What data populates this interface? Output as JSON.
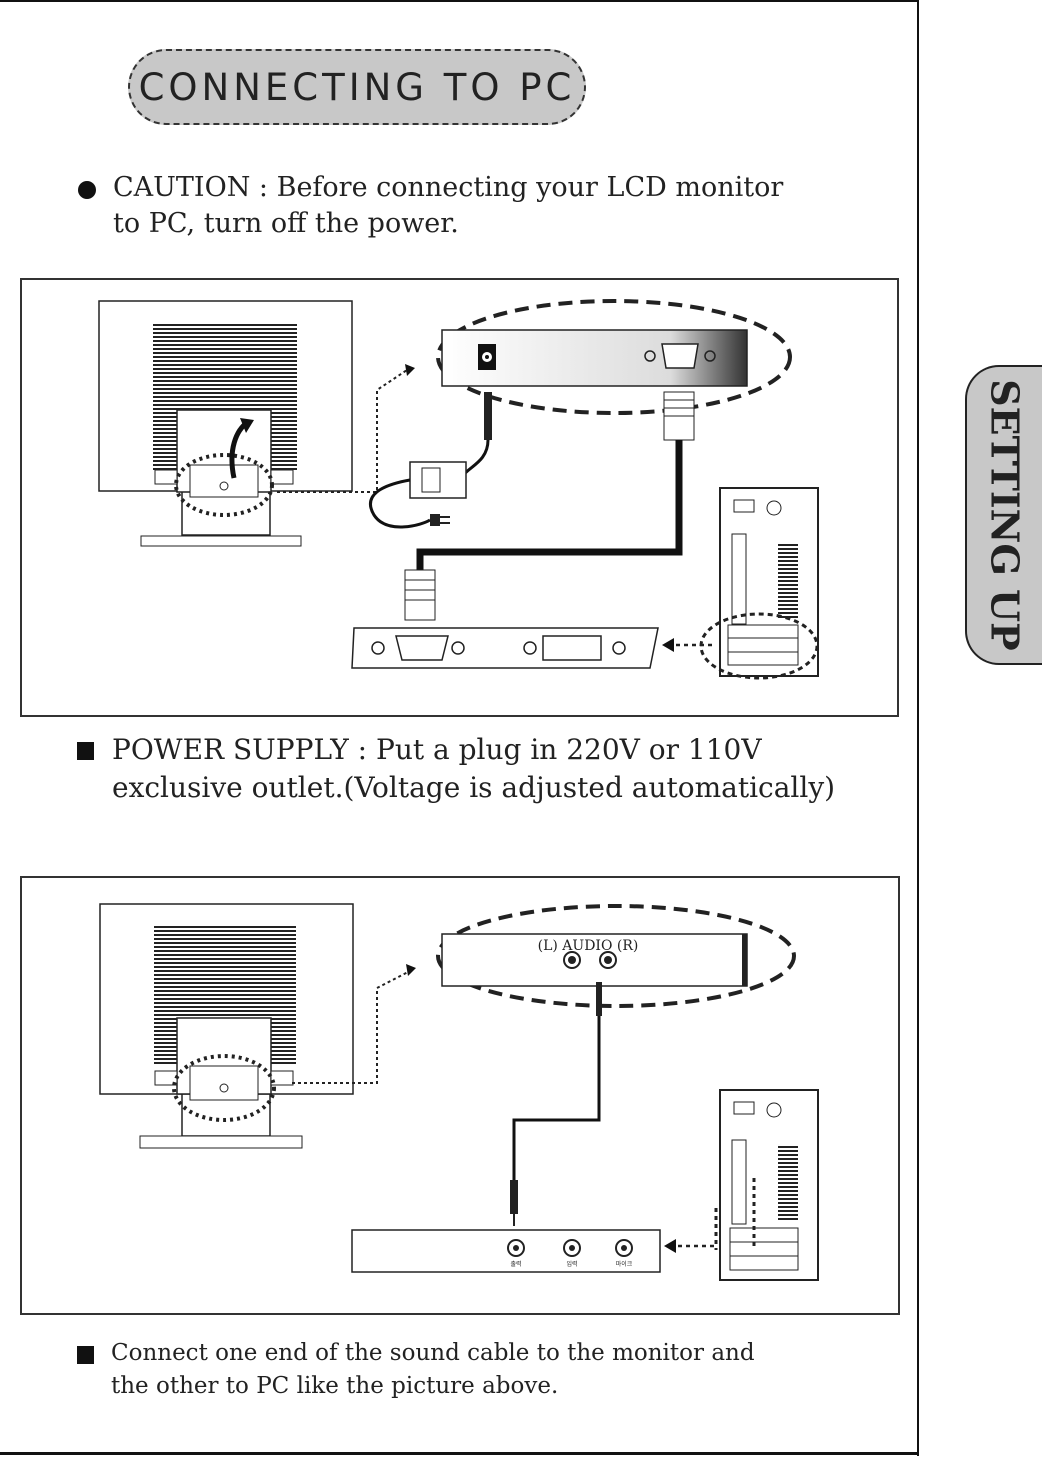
{
  "title": "CONNECTING TO PC",
  "side_tab": "SETTING UP",
  "caution": {
    "line1": "CAUTION : Before connecting your LCD monitor",
    "line2": "to PC, turn off the power."
  },
  "power_supply": {
    "line1": "POWER SUPPLY : Put a plug in 220V or 110V",
    "line2": "exclusive outlet.(Voltage is adjusted automatically)"
  },
  "audio_panel_label": "(L)  AUDIO  (R)",
  "sound_jacks": [
    "출력",
    "입력",
    "마이크"
  ],
  "sound_note": {
    "line1": "Connect one end of the sound cable to the monitor and",
    "line2": "the other to PC like the picture above."
  }
}
